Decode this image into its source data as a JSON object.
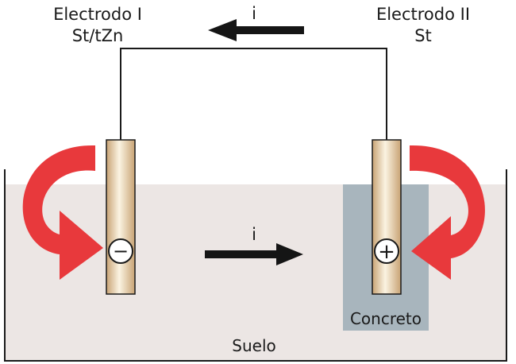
{
  "labels": {
    "electrode_1_name": "Electrodo I",
    "electrode_1_material": "St/tZn",
    "electrode_2_name": "Electrodo II",
    "electrode_2_material": "St",
    "current_top": "i",
    "current_soil": "i",
    "concrete": "Concreto",
    "soil": "Suelo",
    "electrode_1_polarity": "−",
    "electrode_2_polarity": "+"
  },
  "colors": {
    "soil": "#ece6e4",
    "concrete": "#a8b5bd",
    "curved_arrow": "#e8393c",
    "straight_arrow": "#151515",
    "wire": "#1a1a1a",
    "electrode_edge": "#c8a374",
    "electrode_center": "#fbf3e2"
  }
}
